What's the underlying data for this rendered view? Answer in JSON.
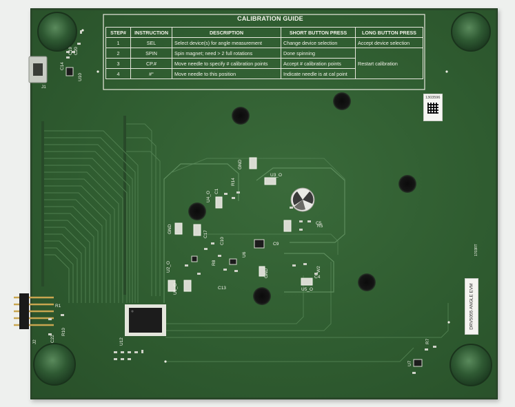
{
  "board": {
    "name": "DRV5055 ANGLE EVM",
    "serial": "1303596",
    "colors": {
      "pcb": "#2f5c30",
      "silkscreen": "#f2f2ea",
      "standoff": "#355f38",
      "ic": "#1c1c1c",
      "pad": "#cfd2c8",
      "header_pins": "#c9a650"
    }
  },
  "calibration_guide": {
    "title": "CALIBRATION GUIDE",
    "headers": [
      "STEP#",
      "INSTRUCTION",
      "DESCRIPTION",
      "SHORT BUTTON PRESS",
      "LONG BUTTON PRESS"
    ],
    "rows": [
      {
        "step": "1",
        "instruction": "SEL",
        "description": "Select device(s) for angle measurement",
        "short": "Change device selection",
        "long": "Accept device selection"
      },
      {
        "step": "2",
        "instruction": "SPIN",
        "description": "Spin magnet; need > 2 full rotations",
        "short": "Done spinning",
        "long": ""
      },
      {
        "step": "3",
        "instruction": "CP.#",
        "description": "Move needle to specify # calibration points",
        "short": "Accept # calibration points",
        "long": "Restart calibration"
      },
      {
        "step": "4",
        "instruction": "#°",
        "description": "Move needle to this position",
        "short": "Indicate needle is at cal point",
        "long": ""
      }
    ]
  },
  "silkscreen_labels": {
    "usb": "J1",
    "c20": "C20",
    "c14": "C14",
    "u10": "U10",
    "c19": "C19",
    "j2": "J2",
    "r1": "R1",
    "r10": "R10",
    "c22": "C22",
    "u12": "U12",
    "gnd1": "GND",
    "gnd2": "GND",
    "gnd3": "GND",
    "u3": "U3_O",
    "u4": "U4_O",
    "u5": "U5_O",
    "u6": "U6",
    "r5": "R5",
    "c5": "C5",
    "c9": "C9",
    "r8": "R8",
    "c4": "C4",
    "w2": "W2",
    "u7": "U7",
    "r7": "R7",
    "c1": "C1",
    "r14": "R14",
    "c17": "C17",
    "c10": "C10",
    "c13": "C13",
    "u1": "U1_O",
    "u2": "U2_O",
    "ref": "1703RT"
  }
}
